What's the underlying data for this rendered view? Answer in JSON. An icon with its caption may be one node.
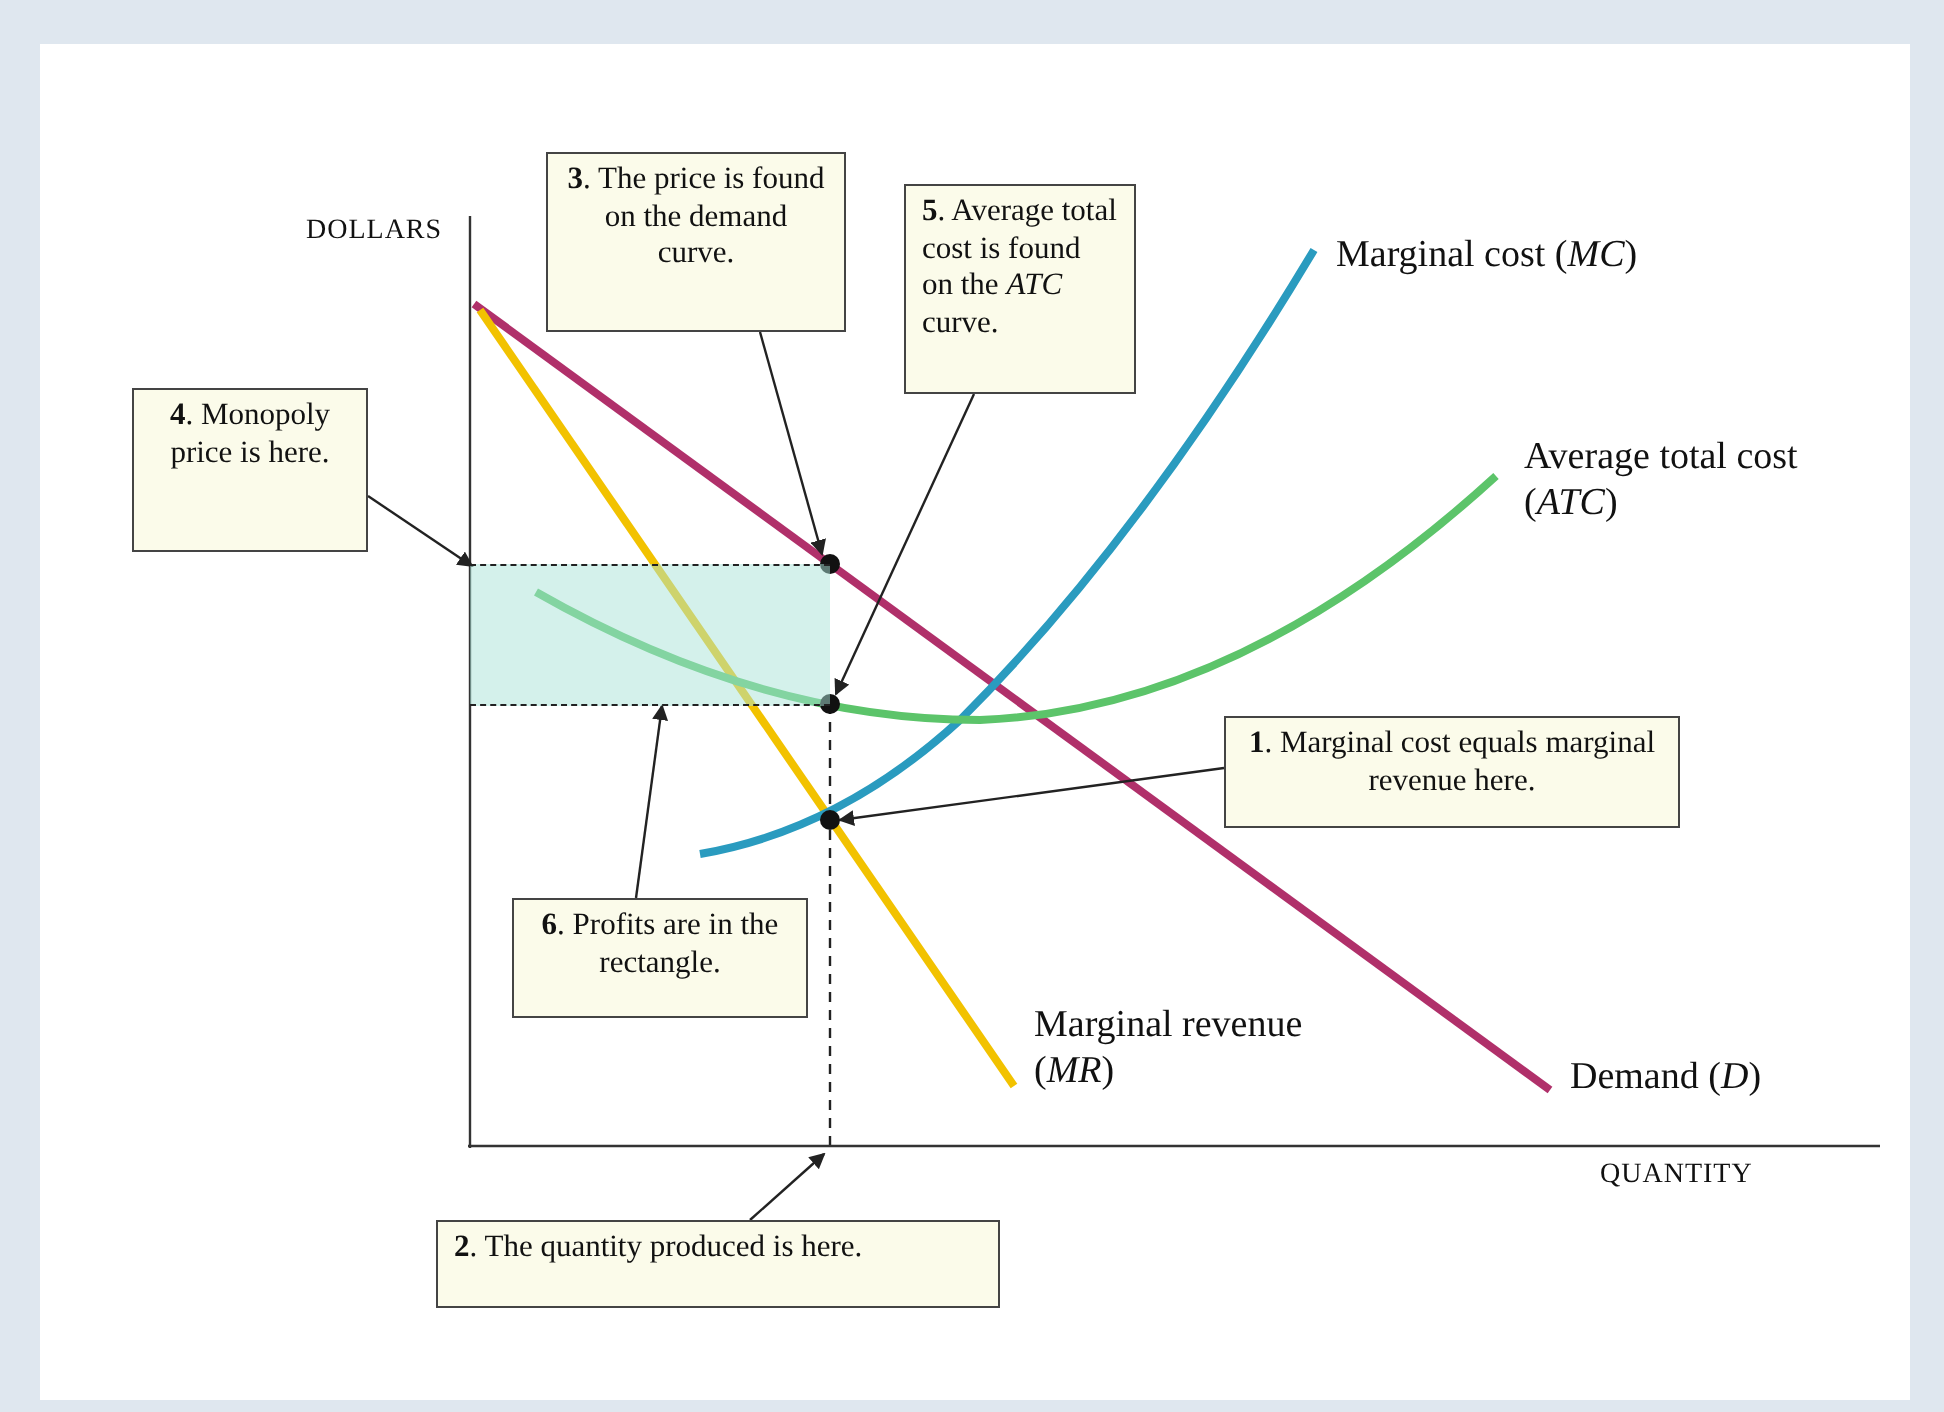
{
  "diagram": {
    "nodes": [
      {
        "text": [
          "**3**. The price is found on the demand curve."
        ]
      },
      {
        "text": [
          "**5**. Average total cost is found on the *ATC* curve."
        ]
      },
      {
        "text": [
          "**4**. Monopoly price is here."
        ]
      },
      {
        "text": [
          "**1**. Marginal cost equals marginal revenue here."
        ]
      },
      {
        "text": [
          "**6**. Profits are in the rectangle."
        ]
      },
      {
        "text": [
          "**2**. The quantity produced is here."
        ]
      },
      {
        "text": [],
        "shape": "circle"
      },
      {
        "text": [],
        "shape": "circle"
      },
      {
        "text": [],
        "shape": "circle"
      },
      {
        "text": [],
        "shape": "box"
      }
    ],
    "edges": [
      {
        "from": 0,
        "to": 6,
        "arrow": "to"
      },
      {
        "from": 1,
        "to": 7,
        "arrow": "to"
      },
      {
        "from": 2,
        "to": 9,
        "arrow": "to"
      },
      {
        "from": 3,
        "to": 8,
        "arrow": "to"
      },
      {
        "from": 4,
        "to": 9,
        "arrow": "to"
      },
      {
        "from": 5,
        "to": null,
        "arrow": "to"
      }
    ],
    "labels": [
      "DOLLARS",
      "Marginal cost (*MC*)",
      "Average total cost (*ATC*)",
      "Marginal revenue (*MR*)",
      "Demand (*D*)",
      "QUANTITY"
    ]
  }
}
